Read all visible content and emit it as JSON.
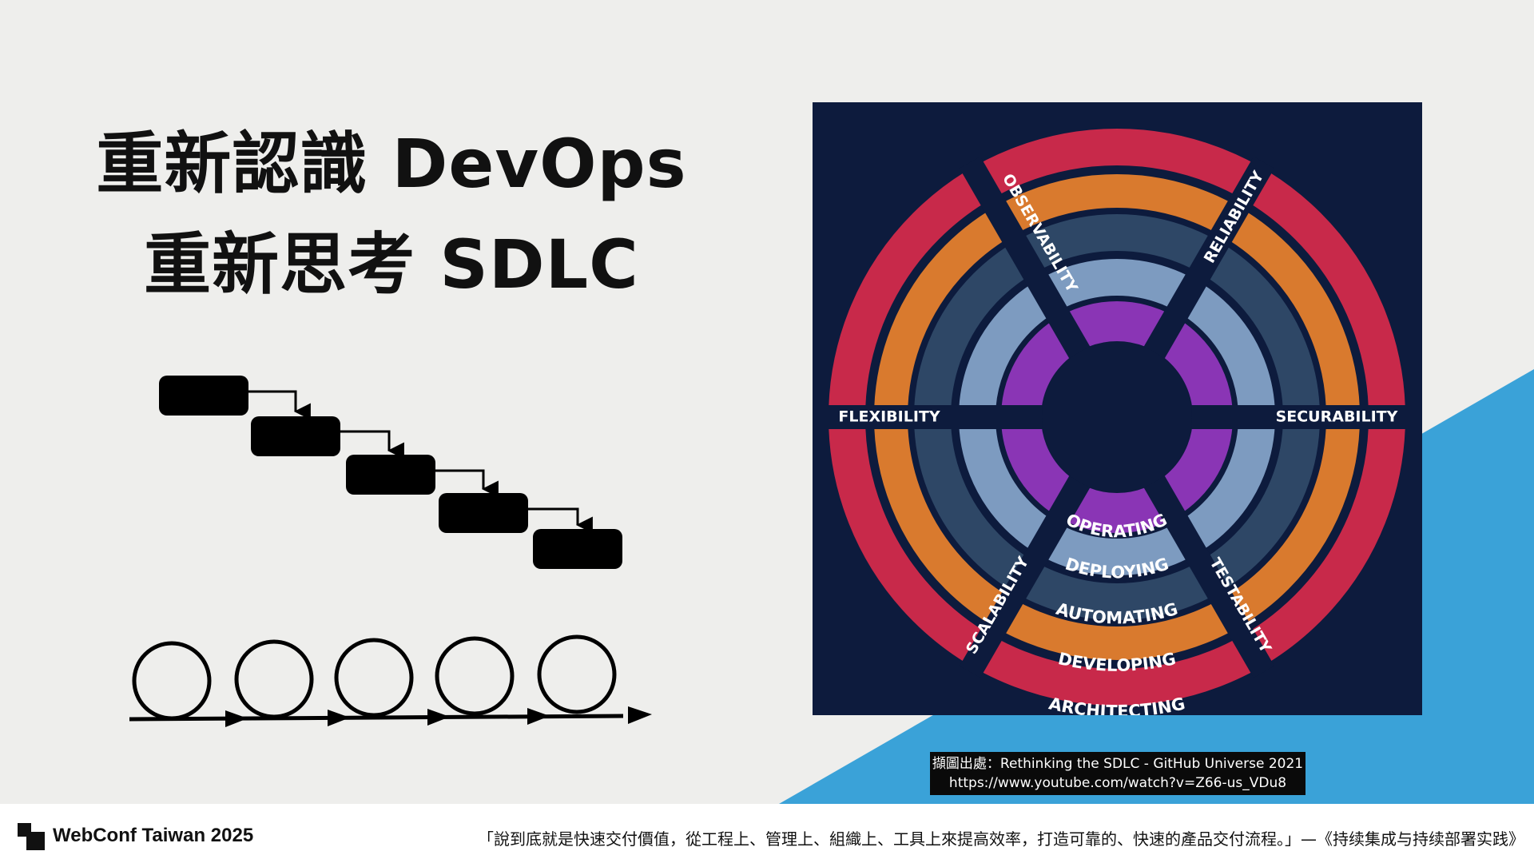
{
  "slide": {
    "title_line1": "重新認識 DevOps",
    "title_line2": "重新思考 SDLC"
  },
  "wheel": {
    "colors": {
      "background": "#0d1b3d",
      "architecting": "#c8294a",
      "developing": "#d97a2e",
      "automating": "#2e4766",
      "deploying": "#7d9bc0",
      "operating": "#8a35b5",
      "spokes": "#0d1b3d"
    },
    "rings": [
      "OPERATING",
      "DEPLOYING",
      "AUTOMATING",
      "DEVELOPING",
      "ARCHITECTING"
    ],
    "spokes": {
      "observability": "OBSERVABILITY",
      "reliability": "RELIABILITY",
      "flexibility": "FLEXIBILITY",
      "securability": "SECURABILITY",
      "scalability": "SCALABILITY",
      "testability": "TESTABILITY"
    }
  },
  "credit": {
    "line1": "擷圖出處：Rethinking the SDLC - GitHub Universe 2021",
    "line2": "https://www.youtube.com/watch?v=Z66-us_VDu8"
  },
  "footer": {
    "brand": "WebConf Taiwan 2025",
    "quote": "「說到底就是快速交付價值，從工程上、管理上、組織上、工具上來提高效率，打造可靠的、快速的產品交付流程。」—《持续集成与持续部署实践》"
  },
  "colors": {
    "accent_blue": "#3aa2d8",
    "paper": "#eeeeec"
  }
}
